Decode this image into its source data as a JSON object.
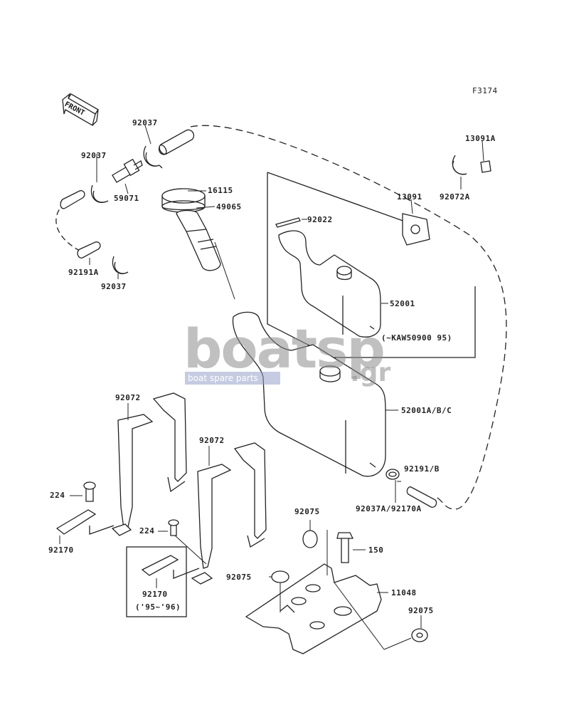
{
  "figure_code": "F3174",
  "front_arrow_label": "FRONT",
  "watermark": {
    "brand": "boatsp",
    "tld": ".gr",
    "tagline": "boat spare parts"
  },
  "labels": {
    "p92037_a": "92037",
    "p92037_b": "92037",
    "p59071": "59071",
    "p16115": "16115",
    "p49065": "49065",
    "p92191a": "92191A",
    "p92037_c": "92037",
    "p13091a": "13091A",
    "p13091": "13091",
    "p92072a": "92072A",
    "p92022": "92022",
    "p52001": "52001",
    "kaw_range": "(~KAW50900    95)",
    "p52001abc": "52001A/B/C",
    "p92072_a": "92072",
    "p92072_b": "92072",
    "p224_a": "224",
    "p224_b": "224",
    "p92170_a": "92170",
    "p92170_b": "92170",
    "years": "('95~'96)",
    "p92191b": "92191/B",
    "p92037a": "92037A/92170A",
    "p92075_a": "92075",
    "p92075_b": "92075",
    "p92075_c": "92075",
    "p150": "150",
    "p11048": "11048"
  }
}
